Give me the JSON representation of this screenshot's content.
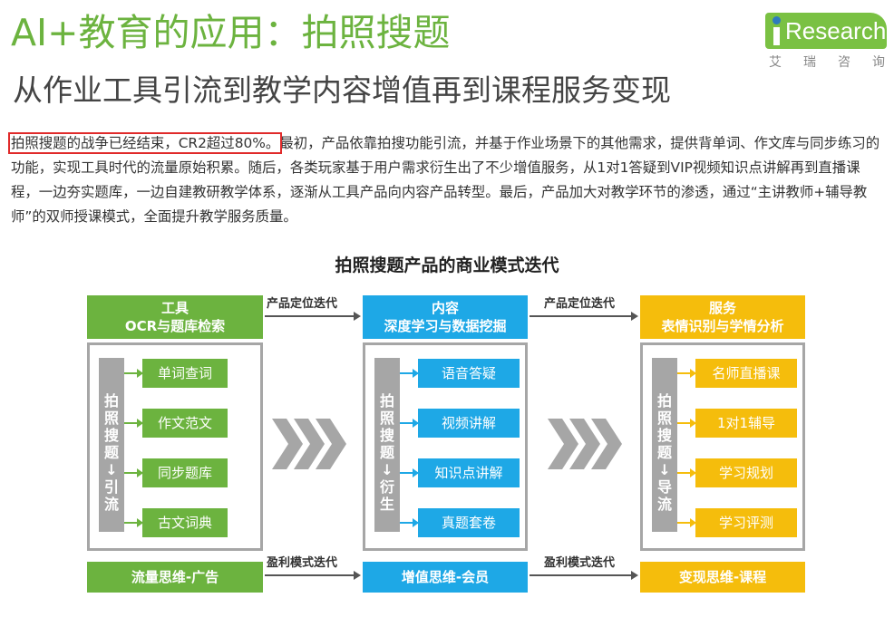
{
  "header": {
    "title": "AI+教育的应用：拍照搜题",
    "subtitle": "从作业工具引流到教学内容增值再到课程服务变现"
  },
  "logo": {
    "text": "Research",
    "sub": [
      "艾",
      "瑞",
      "咨",
      "询"
    ]
  },
  "intro": {
    "highlight": "拍照搜题的战争已经结束，CR2超过80%。",
    "body": "最初，产品依靠拍搜功能引流，并基于作业场景下的其他需求，提供背单词、作文库与同步练习的功能，实现工具时代的流量原始积累。随后，各类玩家基于用户需求衍生出了不少增值服务，从1对1答疑到VIP视频知识点讲解再到直播课程，一边夯实题库，一边自建教研教学体系，逐渐从工具产品向内容产品转型。最后，产品加大对教学环节的渗透，通过“主讲教师+辅导教师”的双师授课模式，全面提升教学服务质量。"
  },
  "diagram": {
    "title": "拍照搜题产品的商业模式迭代",
    "top_arrow_label": "产品定位迭代",
    "bottom_arrow_label": "盈利模式迭代",
    "colors": {
      "green": "#6cb33f",
      "blue": "#1ea8e6",
      "yellow": "#f5bd0c",
      "gray": "#a6a6a6"
    },
    "columns": [
      {
        "head_line1": "工具",
        "head_line2": "OCR与题库检索",
        "side_chars": [
          "拍",
          "照",
          "搜",
          "题",
          "↓",
          "引",
          "流"
        ],
        "items": [
          "单词查词",
          "作文范文",
          "同步题库",
          "古文词典"
        ],
        "foot": "流量思维-广告"
      },
      {
        "head_line1": "内容",
        "head_line2": "深度学习与数据挖掘",
        "side_chars": [
          "拍",
          "照",
          "搜",
          "题",
          "↓",
          "衍",
          "生"
        ],
        "items": [
          "语音答疑",
          "视频讲解",
          "知识点讲解",
          "真题套卷"
        ],
        "foot": "增值思维-会员"
      },
      {
        "head_line1": "服务",
        "head_line2": "表情识别与学情分析",
        "side_chars": [
          "拍",
          "照",
          "搜",
          "题",
          "↓",
          "导",
          "流"
        ],
        "items": [
          "名师直播课",
          "1对1辅导",
          "学习规划",
          "学习评测"
        ],
        "foot": "变现思维-课程"
      }
    ]
  }
}
